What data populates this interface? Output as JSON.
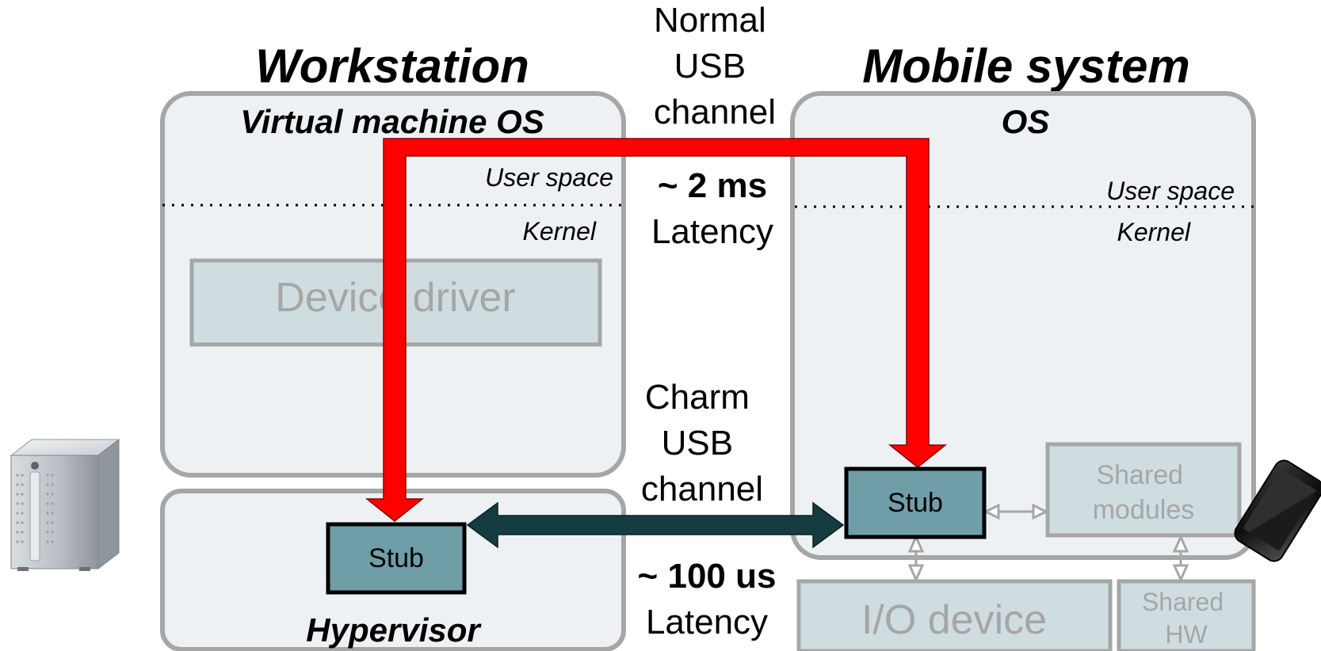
{
  "headings": {
    "workstation": "Workstation",
    "mobile_system": "Mobile system"
  },
  "workstation": {
    "vm_os_title": "Virtual machine OS",
    "user_space": "User space",
    "kernel": "Kernel",
    "device_driver": "Device driver",
    "hypervisor_title": "Hypervisor",
    "stub": "Stub"
  },
  "mobile": {
    "os_title": "OS",
    "user_space": "User space",
    "kernel": "Kernel",
    "stub": "Stub",
    "shared_modules": [
      "Shared",
      "modules"
    ],
    "io_device": "I/O device",
    "shared_hw": [
      "Shared",
      "HW"
    ]
  },
  "channels": {
    "normal": [
      "Normal",
      "USB",
      "channel"
    ],
    "normal_latency_value": "~ 2 ms",
    "normal_latency_label": "Latency",
    "charm": [
      "Charm",
      "USB",
      "channel"
    ],
    "charm_latency_value": "~ 100 us",
    "charm_latency_label": "Latency"
  },
  "colors": {
    "panel_fill": "#eef1f3",
    "panel_stroke": "#a6a6a6",
    "faded_box_fill": "#cfdde1",
    "faded_text": "#a6a6a6",
    "stub_fill": "#6f9ea8",
    "normal_path": "#ff0000",
    "charm_path": "#153c40"
  }
}
